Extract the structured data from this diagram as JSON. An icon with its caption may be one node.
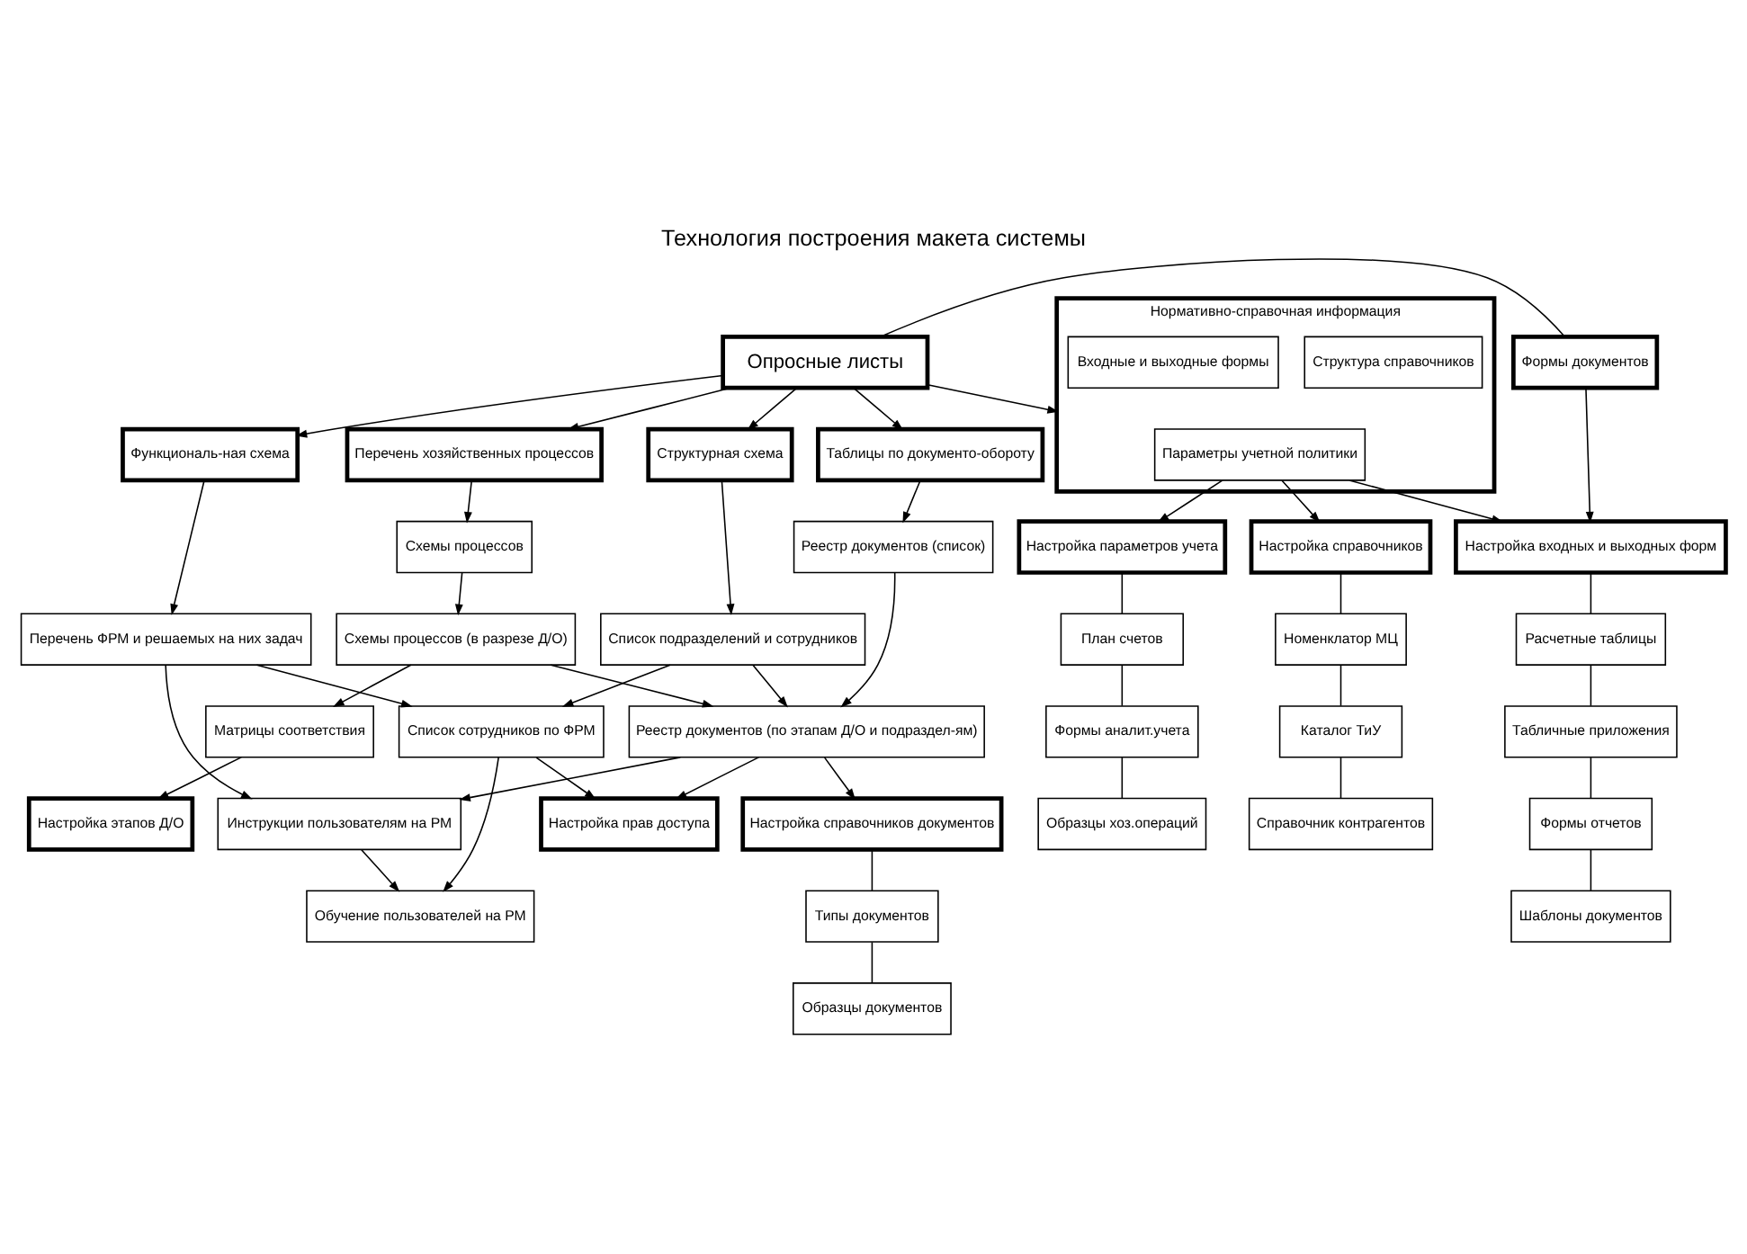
{
  "diagram": {
    "title": "Технология построения макета системы",
    "nodes": [
      {
        "text": [
          "Опросные листы"
        ]
      },
      {
        "text": [
          "Формы документов"
        ]
      },
      {
        "text": [
          "Перечень хозяйственных процессов"
        ]
      },
      {
        "text": [
          "Таблицы по документо-обороту"
        ]
      },
      {
        "text": [
          "Структурная схема"
        ]
      },
      {
        "text": [
          "Функциональ-ная схема"
        ]
      },
      {
        "text": [
          "Нормативно-справочная информация"
        ]
      },
      {
        "text": [
          "Структура справочников"
        ],
        "in": 6
      },
      {
        "text": [
          "Параметры учетной политики"
        ],
        "in": 6
      },
      {
        "text": [
          "Входные и выходные формы"
        ],
        "in": 6
      },
      {
        "text": [
          "Схемы процессов"
        ]
      },
      {
        "text": [
          "Реестр документов (список)"
        ]
      },
      {
        "text": [
          "Список подразделений и сотрудников"
        ]
      },
      {
        "text": [
          "Перечень ФРМ и решаемых на них задач"
        ]
      },
      {
        "text": [
          "Схемы процессов (в разрезе Д/О)"
        ]
      },
      {
        "text": [
          "Реестр документов (по этапам Д/О и подраздел-ям)"
        ]
      },
      {
        "text": [
          "Список сотрудников по ФРМ"
        ]
      },
      {
        "text": [
          "Матрицы соответствия"
        ]
      },
      {
        "text": [
          "Настройка этапов Д/О"
        ]
      },
      {
        "text": [
          "Настройка справочников документов"
        ]
      },
      {
        "text": [
          "Типы документов"
        ]
      },
      {
        "text": [
          "Образцы документов"
        ]
      },
      {
        "text": [
          "Настройка прав доступа"
        ]
      },
      {
        "text": [
          "Инструкции пользователям на РМ"
        ]
      },
      {
        "text": [
          "Обучение пользователей на РМ"
        ]
      },
      {
        "text": [
          "Настройка справочников"
        ]
      },
      {
        "text": [
          "Настройка параметров учета"
        ]
      },
      {
        "text": [
          "Настройка входных и выходных форм"
        ]
      },
      {
        "text": [
          "Номенклатор МЦ"
        ]
      },
      {
        "text": [
          "Каталог ТиУ"
        ]
      },
      {
        "text": [
          "Справочник контрагентов"
        ]
      },
      {
        "text": [
          "План счетов"
        ]
      },
      {
        "text": [
          "Формы аналит.учета"
        ]
      },
      {
        "text": [
          "Образцы хоз.операций"
        ]
      },
      {
        "text": [
          "Расчетные таблицы"
        ]
      },
      {
        "text": [
          "Табличные приложения"
        ]
      },
      {
        "text": [
          "Формы отчетов"
        ]
      },
      {
        "text": [
          "Шаблоны документов"
        ]
      }
    ],
    "edges": [
      {
        "from": 0,
        "to": 1,
        "arrow": "none"
      },
      {
        "from": 0,
        "to": 2,
        "arrow": "to"
      },
      {
        "from": 0,
        "to": 3,
        "arrow": "to"
      },
      {
        "from": 0,
        "to": 4,
        "arrow": "to"
      },
      {
        "from": 0,
        "to": 5,
        "arrow": "to"
      },
      {
        "from": 0,
        "to": 6,
        "arrow": "to"
      },
      {
        "from": 1,
        "to": 27,
        "arrow": "to"
      },
      {
        "from": 2,
        "to": 10,
        "arrow": "to"
      },
      {
        "from": 3,
        "to": 11,
        "arrow": "to"
      },
      {
        "from": 4,
        "to": 12,
        "arrow": "to"
      },
      {
        "from": 5,
        "to": 13,
        "arrow": "to"
      },
      {
        "from": 10,
        "to": 14,
        "arrow": "to"
      },
      {
        "from": 11,
        "to": 15,
        "arrow": "to"
      },
      {
        "from": 12,
        "to": 15,
        "arrow": "to"
      },
      {
        "from": 12,
        "to": 16,
        "arrow": "to"
      },
      {
        "from": 13,
        "to": 16,
        "arrow": "to"
      },
      {
        "from": 13,
        "to": 23,
        "arrow": "to"
      },
      {
        "from": 14,
        "to": 15,
        "arrow": "to"
      },
      {
        "from": 14,
        "to": 17,
        "arrow": "to"
      },
      {
        "from": 17,
        "to": 18,
        "arrow": "to"
      },
      {
        "from": 15,
        "to": 19,
        "arrow": "to"
      },
      {
        "from": 15,
        "to": 22,
        "arrow": "to"
      },
      {
        "from": 15,
        "to": 23,
        "arrow": "to"
      },
      {
        "from": 16,
        "to": 22,
        "arrow": "to"
      },
      {
        "from": 16,
        "to": 24,
        "arrow": "to"
      },
      {
        "from": 19,
        "to": 20,
        "arrow": "none"
      },
      {
        "from": 20,
        "to": 21,
        "arrow": "none"
      },
      {
        "from": 23,
        "to": 24,
        "arrow": "to"
      },
      {
        "from": 8,
        "to": 25,
        "arrow": "to"
      },
      {
        "from": 8,
        "to": 26,
        "arrow": "to"
      },
      {
        "from": 8,
        "to": 27,
        "arrow": "to"
      },
      {
        "from": 25,
        "to": 28,
        "arrow": "none"
      },
      {
        "from": 28,
        "to": 29,
        "arrow": "none"
      },
      {
        "from": 29,
        "to": 30,
        "arrow": "none"
      },
      {
        "from": 26,
        "to": 31,
        "arrow": "none"
      },
      {
        "from": 31,
        "to": 32,
        "arrow": "none"
      },
      {
        "from": 32,
        "to": 33,
        "arrow": "none"
      },
      {
        "from": 27,
        "to": 34,
        "arrow": "none"
      },
      {
        "from": 34,
        "to": 35,
        "arrow": "none"
      },
      {
        "from": 35,
        "to": 36,
        "arrow": "none"
      },
      {
        "from": 36,
        "to": 37,
        "arrow": "none"
      }
    ]
  }
}
